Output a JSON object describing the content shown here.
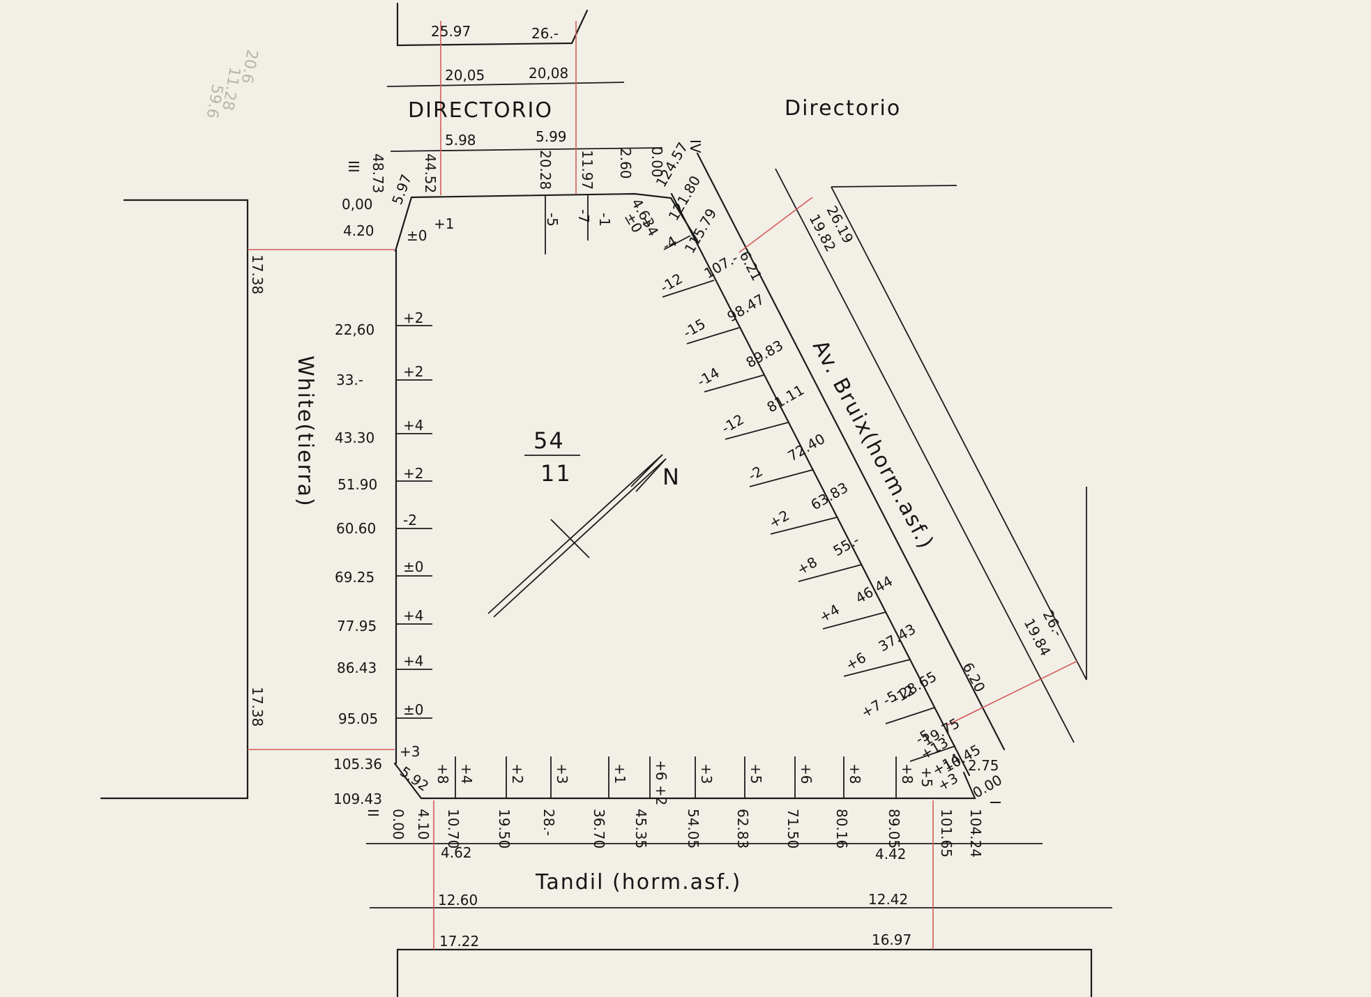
{
  "streets": {
    "top_left": "DIRECTORIO",
    "top_right": "Directorio",
    "left": "White(tierra)",
    "bottom": "Tandil (horm.asf.)",
    "right": "Av. Bruix(horm.asf.)"
  },
  "block": {
    "numerator": "54",
    "denominator": "11"
  },
  "north": "N",
  "corners": {
    "I": "I",
    "II": "II",
    "III": "III",
    "IV": "IV"
  },
  "top_block": {
    "row1_left": "25.97",
    "row1_right": "26.-",
    "row2_left": "20,05",
    "row2_right": "20,08",
    "row3_left": "5.98",
    "row3_right": "5.99"
  },
  "top_edge": {
    "dist_48": "48.73",
    "dist_44": "44.52",
    "dist_20": "20.28",
    "dist_11": "11.97",
    "dist_2": "2.60",
    "dist_0": "0.00",
    "off_m5": "-5",
    "off_m7": "-7",
    "off_m1": "-1",
    "corner_a": "5.97",
    "corner_b": "+1",
    "corner_c": "±0",
    "corner_iv_a": "4.63",
    "corner_iv_b": "±0",
    "corner_iv_c": "+4"
  },
  "left_corner": {
    "d0": "0,00",
    "d1": "4.20"
  },
  "left_frontage": {
    "top": "17.38",
    "bottom": "17.38"
  },
  "left_stations": [
    {
      "dist": "22,60",
      "level": "+2"
    },
    {
      "dist": "33.-",
      "level": "+2"
    },
    {
      "dist": "43.30",
      "level": "+4"
    },
    {
      "dist": "51.90",
      "level": "+2"
    },
    {
      "dist": "60.60",
      "level": "-2"
    },
    {
      "dist": "69.25",
      "level": "±0"
    },
    {
      "dist": "77.95",
      "level": "+4"
    },
    {
      "dist": "86.43",
      "level": "+4"
    },
    {
      "dist": "95.05",
      "level": "±0"
    },
    {
      "dist": "105.36",
      "level": "+3"
    }
  ],
  "left_end": {
    "dist": "109.43",
    "chamfer": "5.92",
    "chamfer_level": "+8"
  },
  "bottom_stations": [
    {
      "dist": "0.00",
      "level": ""
    },
    {
      "dist": "4.10",
      "level": "+8"
    },
    {
      "dist": "10.70",
      "level": "+4"
    },
    {
      "dist": "19.50",
      "level": "+2"
    },
    {
      "dist": "28.-",
      "level": "+3"
    },
    {
      "dist": "36.70",
      "level": "+1"
    },
    {
      "dist": "45.35",
      "level": "+6 +2"
    },
    {
      "dist": "54.05",
      "level": "+3"
    },
    {
      "dist": "62.83",
      "level": "+5"
    },
    {
      "dist": "71.50",
      "level": "+6"
    },
    {
      "dist": "80.16",
      "level": "+8"
    },
    {
      "dist": "89.05",
      "level": "+8"
    },
    {
      "dist": "101.65",
      "level": "+5"
    },
    {
      "dist": "104.24",
      "level": ""
    }
  ],
  "bottom_corner": {
    "a": "2.75",
    "b": "0.00",
    "c": "+14",
    "d": "+13",
    "e": "+3"
  },
  "bottom_block": {
    "r1_left": "4.62",
    "r1_right": "4.42",
    "r2_left": "12.60",
    "r2_right": "12.42",
    "r3_left": "17.22",
    "r3_right": "16.97"
  },
  "diag_stations": [
    {
      "dist": "124.57",
      "level": ""
    },
    {
      "dist": "121.80",
      "level": ""
    },
    {
      "dist": "115.79",
      "level": "-4"
    },
    {
      "dist": "107.-",
      "level": "-12"
    },
    {
      "dist": "98.47",
      "level": "-15"
    },
    {
      "dist": "89.83",
      "level": "-14"
    },
    {
      "dist": "81.11",
      "level": "-12"
    },
    {
      "dist": "72.40",
      "level": "-2"
    },
    {
      "dist": "63.83",
      "level": "+2"
    },
    {
      "dist": "55.-",
      "level": "+8"
    },
    {
      "dist": "46.44",
      "level": "+4"
    },
    {
      "dist": "37.43",
      "level": "+6"
    },
    {
      "dist": "28.65",
      "level": "+7 -5"
    },
    {
      "dist": "19.75",
      "level": "-12"
    },
    {
      "dist": "10.45",
      "level": "-5"
    }
  ],
  "diag_width": {
    "top": "6.21",
    "bottom": "6.20"
  },
  "diag_outer": {
    "top_a": "26.19",
    "top_b": "19.82",
    "bot_a": "26.-",
    "bot_b": "19.84"
  },
  "faint_notes": [
    "20.6",
    "11.28",
    "59.6"
  ]
}
